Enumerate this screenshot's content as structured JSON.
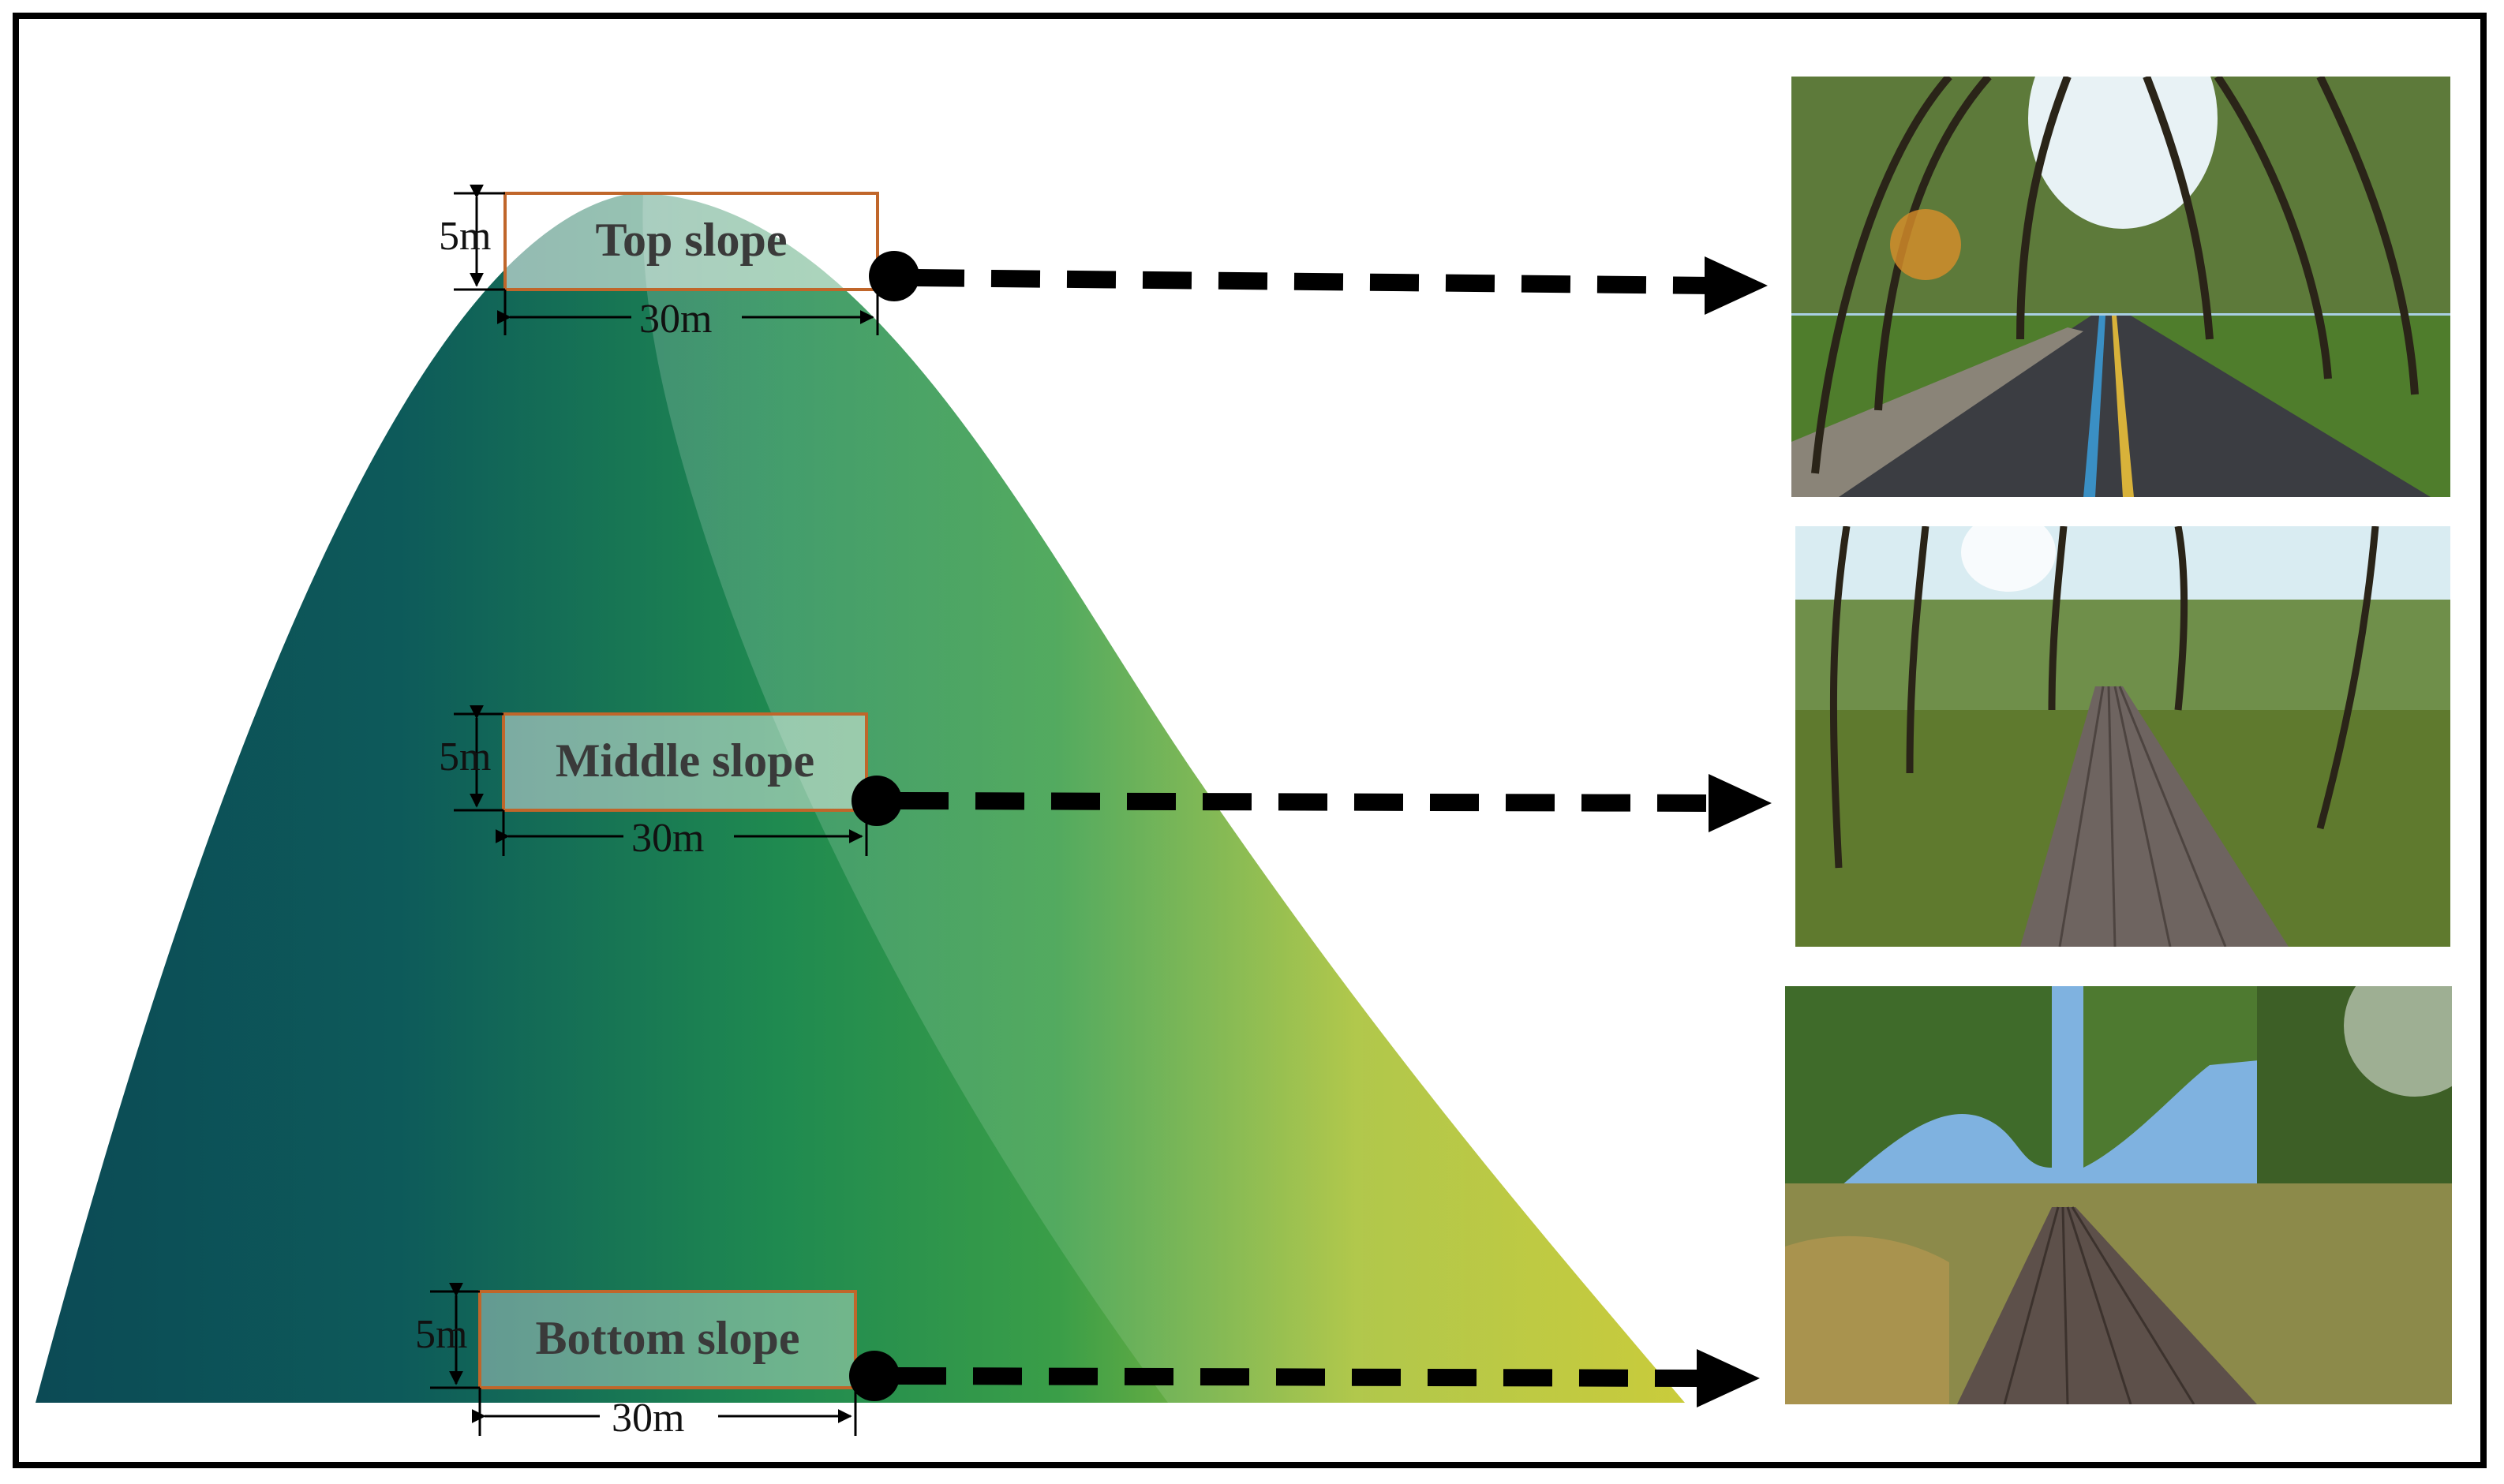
{
  "slopes": [
    {
      "label": "Top slope",
      "height_label": "5m",
      "width_label": "30m"
    },
    {
      "label": "Middle slope",
      "height_label": "5m",
      "width_label": "30m"
    },
    {
      "label": "Bottom slope",
      "height_label": "5m",
      "width_label": "30m"
    }
  ],
  "photos": [
    {
      "subject": "forest-road-photo"
    },
    {
      "subject": "forest-boardwalk-photo"
    },
    {
      "subject": "grassland-boardwalk-photo"
    }
  ],
  "colors": {
    "hill_dark": "#0c4a55",
    "hill_mid": "#2e9a4a",
    "hill_light": "#c3c832",
    "box_border": "#c0662a",
    "arrow": "#000000"
  }
}
